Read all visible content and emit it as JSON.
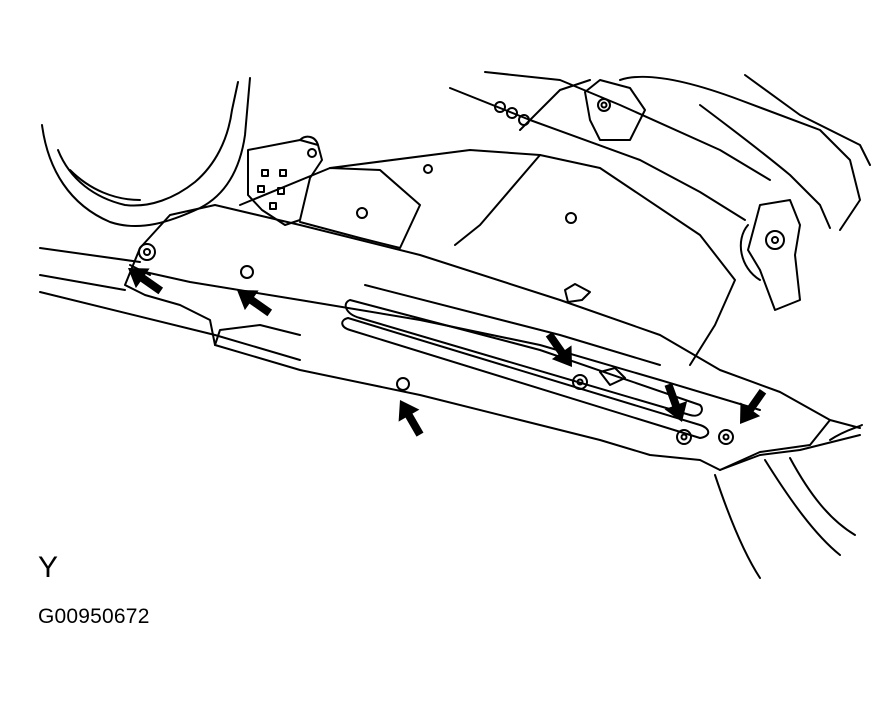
{
  "view_label": "Y",
  "figure_id": "G00950672",
  "colors": {
    "line": "#000000",
    "background": "#ffffff"
  },
  "arrows": [
    {
      "name": "arrow-left-end-bolt",
      "icon": "arrow-icon"
    },
    {
      "name": "arrow-left-upper-bolt",
      "icon": "arrow-icon"
    },
    {
      "name": "arrow-lower-center-bolt",
      "icon": "arrow-icon"
    },
    {
      "name": "arrow-center-right-bolt",
      "icon": "arrow-icon"
    },
    {
      "name": "arrow-right-bolt-1",
      "icon": "arrow-icon"
    },
    {
      "name": "arrow-right-bolt-2",
      "icon": "arrow-icon"
    }
  ]
}
